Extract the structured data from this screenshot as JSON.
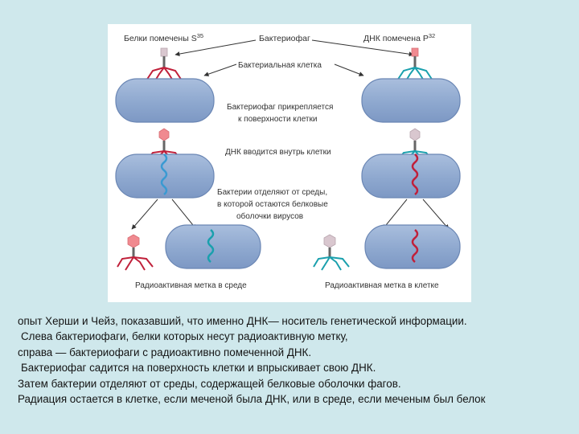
{
  "diagram": {
    "labels": {
      "left_header": "Белки помечены S",
      "left_header_sup": "35",
      "center_header": "Бактериофаг",
      "right_header": "ДНК помечена P",
      "right_header_sup": "32",
      "bacterial_cell": "Бактериальная клетка",
      "attach_line1": "Бактериофаг прикрепляется",
      "attach_line2": "к поверхности клетки",
      "dna_inject": "ДНК вводится внутрь клетки",
      "separate_line1": "Бактерии отделяют от среды,",
      "separate_line2": "в которой остаются белковые",
      "separate_line3": "оболочки вирусов",
      "left_result": "Радиоактивная метка в среде",
      "right_result": "Радиоактивная метка в клетке"
    },
    "colors": {
      "background": "#cfe8ec",
      "figure_bg": "#ffffff",
      "cell_fill": "#8fa9cf",
      "cell_stroke": "#6a86b4",
      "protein_label_red": "#c0203a",
      "dna_label_teal": "#1aa0ad",
      "phage_head_pink": "#f08a90",
      "phage_head_light": "#d9c7cf",
      "plain_dna_blue": "#3a9ad2",
      "arrow": "#333333"
    }
  },
  "caption": {
    "line1": "опыт Херши и Чейз, показавший, что именно ДНК— носитель генетической информации.",
    "line2": " Слева бактериофаги, белки которых несут радиоактивную метку,",
    "line3": "справа — бактериофаги с радиоактивно помеченной ДНК.",
    "line4": " Бактериофаг садится на поверхность клетки и впрыскивает свою ДНК.",
    "line5": "Затем бактерии отделяют от среды, содержащей белковые оболочки фагов.",
    "line6": "Радиация остается в клетке, если меченой была ДНК, или в среде, если меченым был белок"
  }
}
